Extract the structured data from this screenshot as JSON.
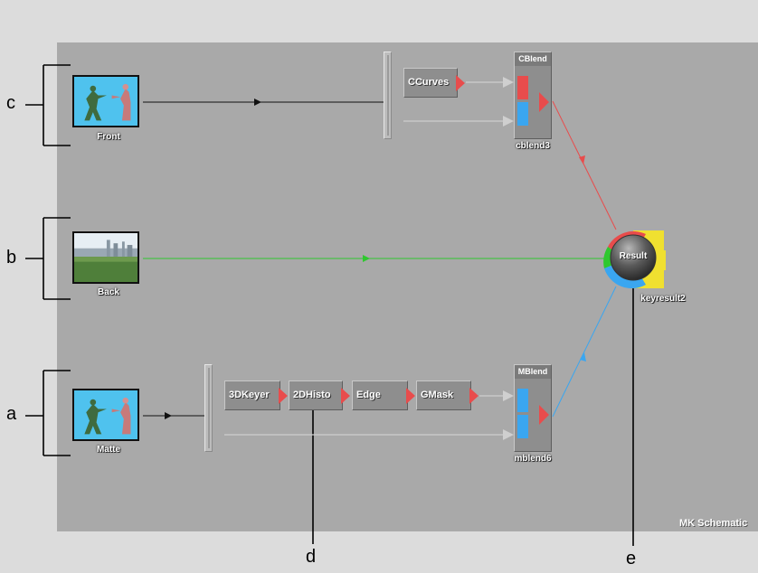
{
  "callouts": {
    "c": "c",
    "b": "b",
    "a": "a",
    "d": "d",
    "e": "e"
  },
  "clips": {
    "front": "Front",
    "back": "Back",
    "matte": "Matte"
  },
  "operators": {
    "ccurves": "CCurves",
    "keyer3d": "3DKeyer",
    "histo2d": "2DHisto",
    "edge": "Edge",
    "gmask": "GMask"
  },
  "blends": {
    "cblend": {
      "title": "CBlend",
      "name": "cblend3"
    },
    "mblend": {
      "title": "MBlend",
      "name": "mblend6"
    }
  },
  "result": {
    "label": "Result",
    "name": "keyresult2"
  },
  "watermark": "MK Schematic",
  "colors": {
    "front_link": "#e84c4c",
    "back_link": "#2ec82e",
    "matte_link": "#3aa6f0",
    "result_alpha": "#f0e030"
  }
}
